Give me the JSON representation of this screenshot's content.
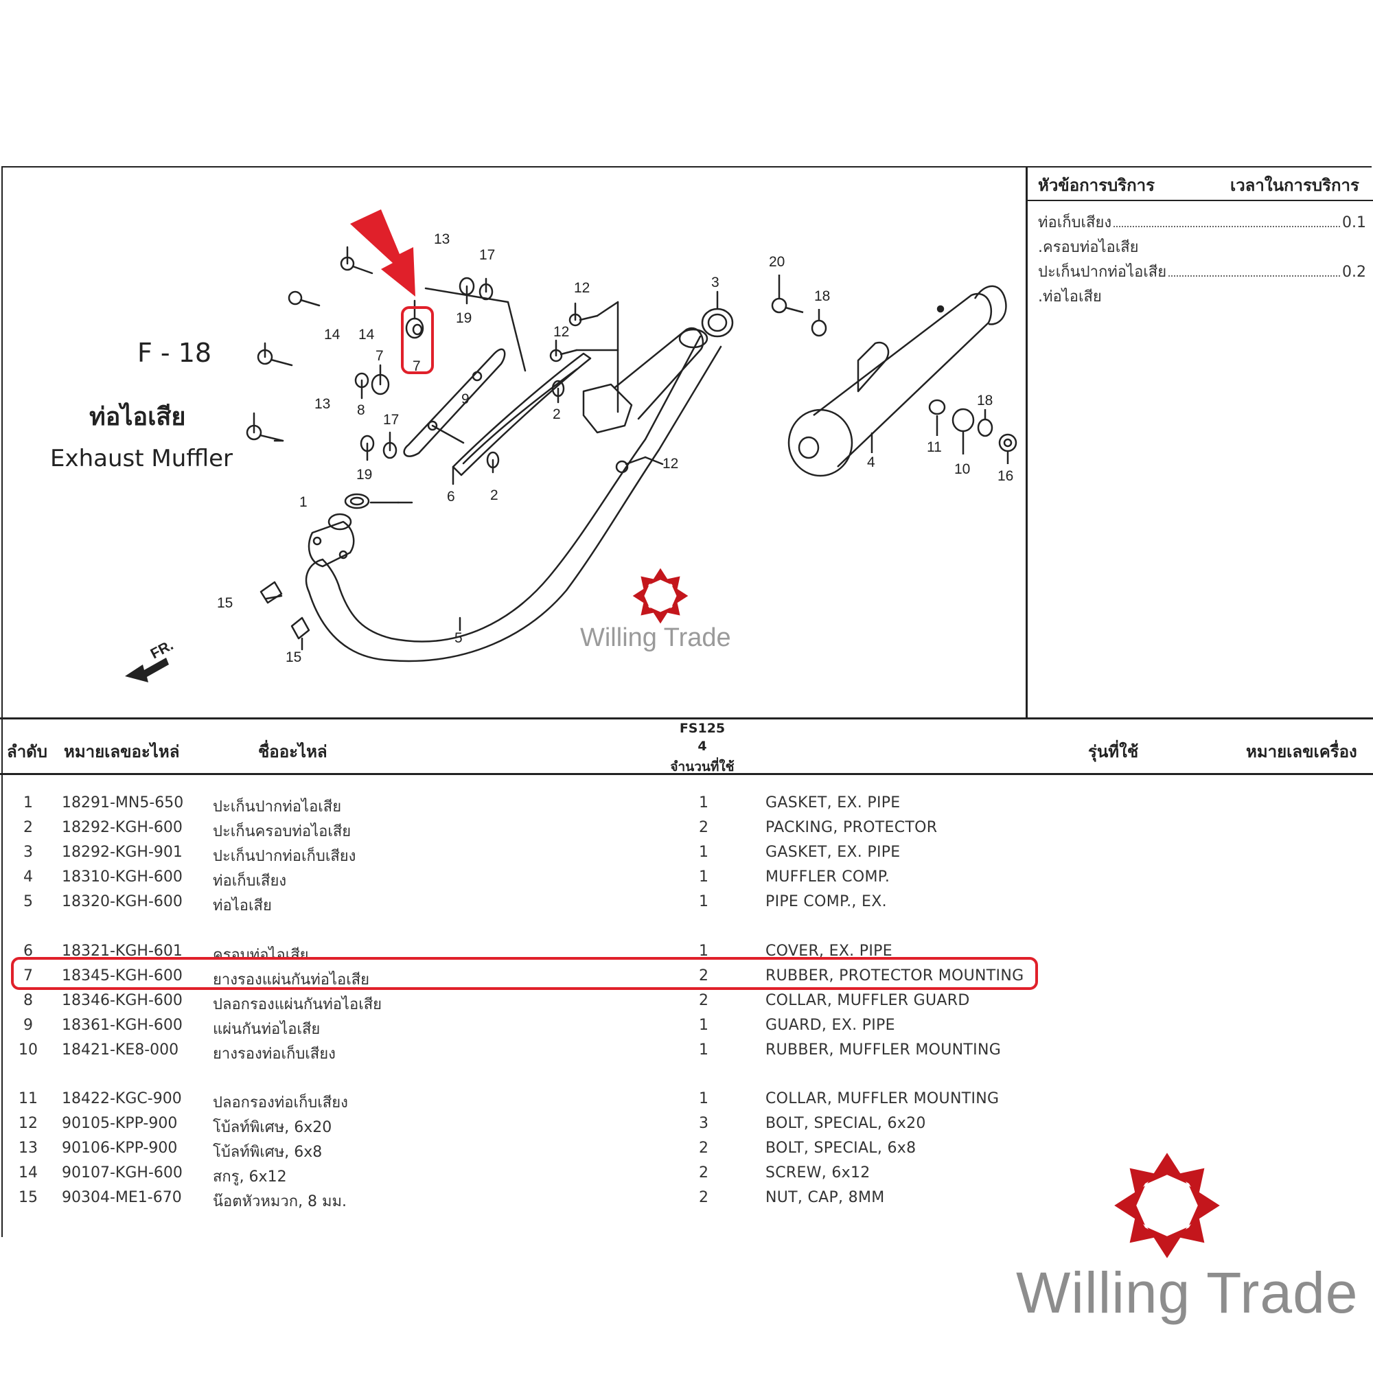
{
  "figure": {
    "code": "F - 18",
    "title_th": "ท่อไอเสีย",
    "title_en": "Exhaust Muffler",
    "front_label": "FR."
  },
  "callouts": [
    "1",
    "2",
    "3",
    "4",
    "5",
    "6",
    "7",
    "8",
    "9",
    "10",
    "11",
    "12",
    "13",
    "14",
    "15",
    "16",
    "17",
    "18",
    "19",
    "20"
  ],
  "service_panel": {
    "header_item": "หัวข้อการบริการ",
    "header_time": "เวลาในการบริการ",
    "rows": [
      {
        "label": "ท่อเก็บเสียง",
        "value": "0.1"
      },
      {
        "label": ".ครอบท่อไอเสีย",
        "value": ""
      },
      {
        "label": "ปะเก็นปากท่อไอเสีย",
        "value": "0.2"
      },
      {
        "label": ".ท่อไอเสีย",
        "value": ""
      }
    ]
  },
  "table": {
    "headers": {
      "no": "ลำดับ",
      "part_number": "หมายเลขอะไหล่",
      "part_name": "ชื่ออะไหล่",
      "model": "FS125",
      "model_code": "4",
      "qty": "จำนวนที่ใช้",
      "usage": "รุ่นที่ใช้",
      "engine_no": "หมายเลขเครื่อง"
    },
    "rows": [
      {
        "no": "1",
        "pn": "18291-MN5-650",
        "th": "ปะเก็นปากท่อไอเสีย",
        "qty": "1",
        "en": "GASKET, EX. PIPE"
      },
      {
        "no": "2",
        "pn": "18292-KGH-600",
        "th": "ปะเก็นครอบท่อไอเสีย",
        "qty": "2",
        "en": "PACKING, PROTECTOR"
      },
      {
        "no": "3",
        "pn": "18292-KGH-901",
        "th": "ปะเก็นปากท่อเก็บเสียง",
        "qty": "1",
        "en": "GASKET, EX. PIPE"
      },
      {
        "no": "4",
        "pn": "18310-KGH-600",
        "th": "ท่อเก็บเสียง",
        "qty": "1",
        "en": "MUFFLER COMP."
      },
      {
        "no": "5",
        "pn": "18320-KGH-600",
        "th": "ท่อไอเสีย",
        "qty": "1",
        "en": "PIPE COMP., EX."
      },
      {
        "no": "6",
        "pn": "18321-KGH-601",
        "th": "ครอบท่อไอเสีย",
        "qty": "1",
        "en": "COVER, EX. PIPE"
      },
      {
        "no": "7",
        "pn": "18345-KGH-600",
        "th": "ยางรองแผ่นกันท่อไอเสีย",
        "qty": "2",
        "en": "RUBBER, PROTECTOR MOUNTING"
      },
      {
        "no": "8",
        "pn": "18346-KGH-600",
        "th": "ปลอกรองแผ่นกันท่อไอเสีย",
        "qty": "2",
        "en": "COLLAR, MUFFLER GUARD"
      },
      {
        "no": "9",
        "pn": "18361-KGH-600",
        "th": "แผ่นกันท่อไอเสีย",
        "qty": "1",
        "en": "GUARD, EX. PIPE"
      },
      {
        "no": "10",
        "pn": "18421-KE8-000",
        "th": "ยางรองท่อเก็บเสียง",
        "qty": "1",
        "en": "RUBBER, MUFFLER MOUNTING"
      },
      {
        "no": "11",
        "pn": "18422-KGC-900",
        "th": "ปลอกรองท่อเก็บเสียง",
        "qty": "1",
        "en": "COLLAR, MUFFLER MOUNTING"
      },
      {
        "no": "12",
        "pn": "90105-KPP-900",
        "th": "โบ้ลท์พิเศษ, 6x20",
        "qty": "3",
        "en": "BOLT, SPECIAL, 6x20"
      },
      {
        "no": "13",
        "pn": "90106-KPP-900",
        "th": "โบ้ลท์พิเศษ, 6x8",
        "qty": "2",
        "en": "BOLT, SPECIAL, 6x8"
      },
      {
        "no": "14",
        "pn": "90107-KGH-600",
        "th": "สกรู, 6x12",
        "qty": "2",
        "en": "SCREW, 6x12"
      },
      {
        "no": "15",
        "pn": "90304-ME1-670",
        "th": "น๊อตหัวหมวก, 8 มม.",
        "qty": "2",
        "en": "NUT, CAP, 8MM"
      }
    ]
  },
  "highlighted_row": "7",
  "watermark": {
    "brand": "Willing Trade",
    "color": "#c4161c"
  }
}
